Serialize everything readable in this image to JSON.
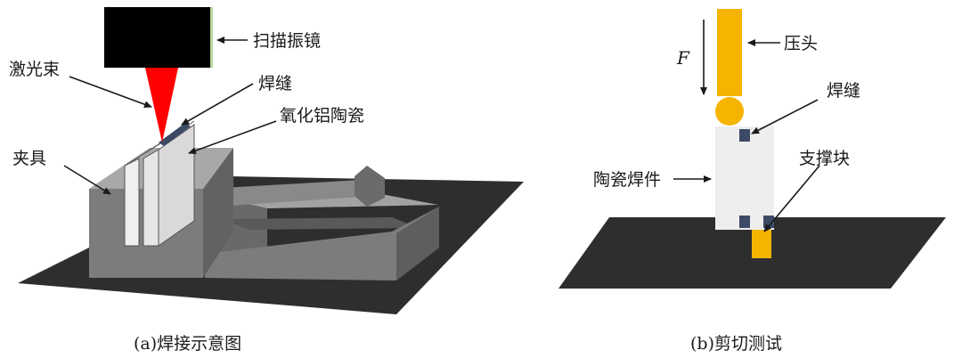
{
  "panel_a": {
    "caption": "(a)焊接示意图",
    "labels": {
      "scanner": "扫描振镜",
      "laser_beam": "激光束",
      "weld_seam": "焊缝",
      "alumina": "氧化铝陶瓷",
      "fixture": "夹具"
    }
  },
  "panel_b": {
    "caption": "(b)剪切测试",
    "labels": {
      "force": "F",
      "indenter": "压头",
      "weld_seam": "焊缝",
      "ceramic_part": "陶瓷焊件",
      "support": "支撑块"
    }
  },
  "colors": {
    "laser": "#ff0000",
    "indenter": "#f5b400",
    "support": "#f5b400",
    "base_plate": "#2e2e2e",
    "fixture": "#7d7b7b",
    "ceramic": "#eeeeee",
    "weld": "#3d4a66"
  }
}
